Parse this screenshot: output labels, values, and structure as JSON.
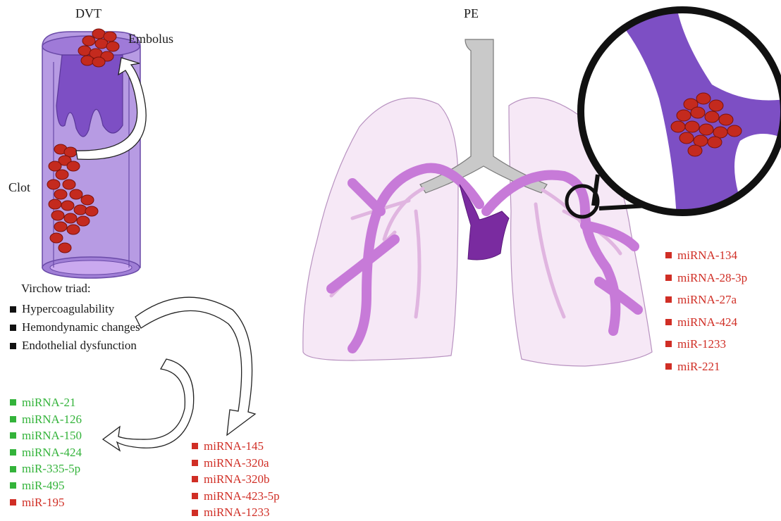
{
  "labels": {
    "dvt": "DVT",
    "pe": "PE",
    "embolus": "Embolus",
    "clot": "Clot"
  },
  "virchow": {
    "title": "Virchow triad:",
    "items": [
      "Hypercoagulability",
      "Hemondynamic changes",
      "Endothelial dysfunction"
    ]
  },
  "dvt_mirna_left": [
    {
      "text": "miRNA-21",
      "status": "green"
    },
    {
      "text": "miRNA-126",
      "status": "green"
    },
    {
      "text": "miRNA-150",
      "status": "green"
    },
    {
      "text": "miRNA-424",
      "status": "green"
    },
    {
      "text": "miR-335-5p",
      "status": "green"
    },
    {
      "text": "miR-495",
      "status": "green"
    },
    {
      "text": "miR-195",
      "status": "red"
    }
  ],
  "dvt_mirna_right": [
    "miRNA-145",
    "miRNA-320a",
    "miRNA-320b",
    "miRNA-423-5p",
    "miRNA-1233"
  ],
  "pe_mirna": [
    "miRNA-134",
    "miRNA-28-3p",
    "miRNA-27a",
    "miRNA-424",
    "miR-1233",
    "miR-221"
  ],
  "colors": {
    "green": "#33b33a",
    "red": "#d02e25",
    "black": "#111111",
    "vein_light": "#b79be3",
    "vein_dark": "#7d4fc4",
    "artery": "#c77ad8",
    "clot": "#c42a1e",
    "lung_fill": "#f6e8f6"
  },
  "icons": [
    "vein-illustration",
    "clot-cluster",
    "embolus-cluster",
    "lungs-illustration",
    "trachea",
    "zoom-magnifier-circle",
    "curved-arrow"
  ]
}
